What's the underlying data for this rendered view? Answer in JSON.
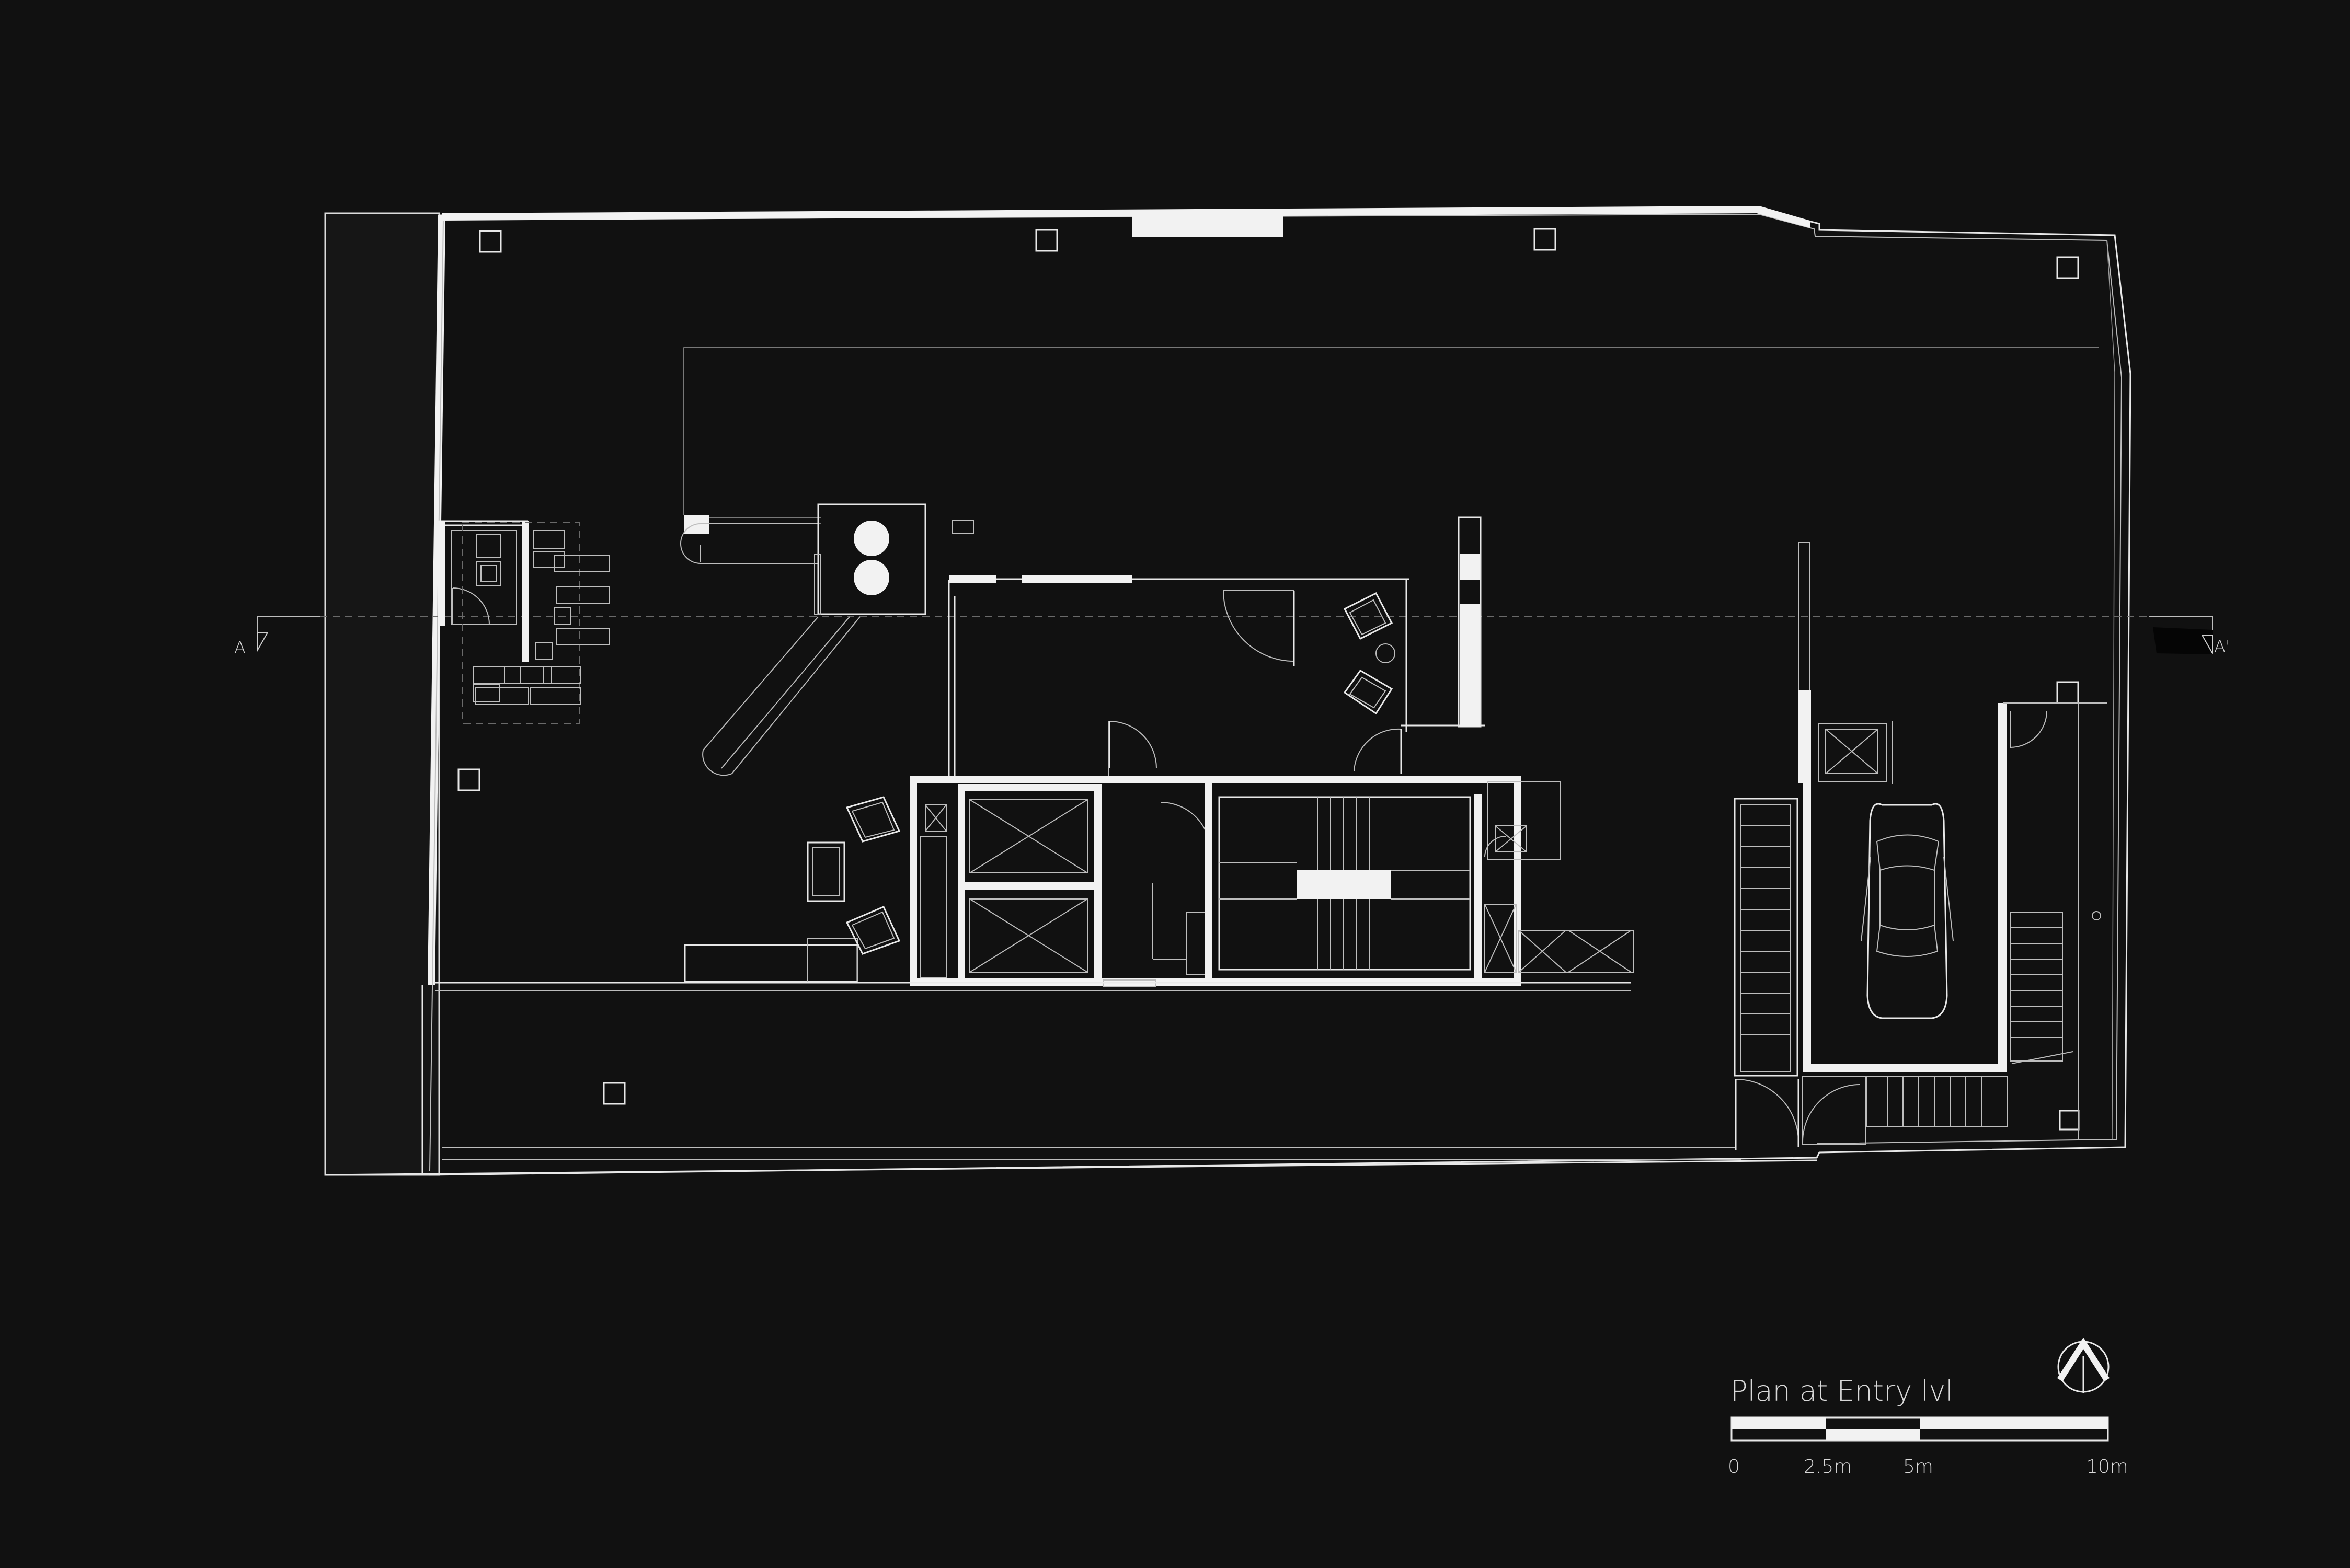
{
  "drawing": {
    "title": "Plan at Entry lvl",
    "section_marks": {
      "left": "A",
      "right": "A'"
    },
    "scale_bar": {
      "labels": [
        "0",
        "2.5m",
        "5m",
        "10m"
      ]
    },
    "north_arrow": "north-arrow-icon"
  },
  "colors": {
    "background": "#111111",
    "linework": "#f2f2f2"
  }
}
